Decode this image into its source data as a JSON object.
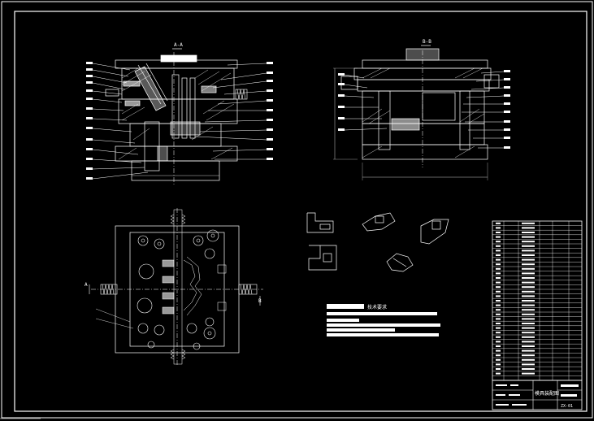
{
  "drawing": {
    "background": "#000000",
    "line_color": "#ffffff",
    "section_label_left": "A-A",
    "section_label_right": "B-B",
    "view_marker_a": "A",
    "view_marker_b": "B",
    "tech_requirements_title": "技术要求",
    "title_block_name": "模具装配图",
    "drawing_number": "ZX-01"
  }
}
